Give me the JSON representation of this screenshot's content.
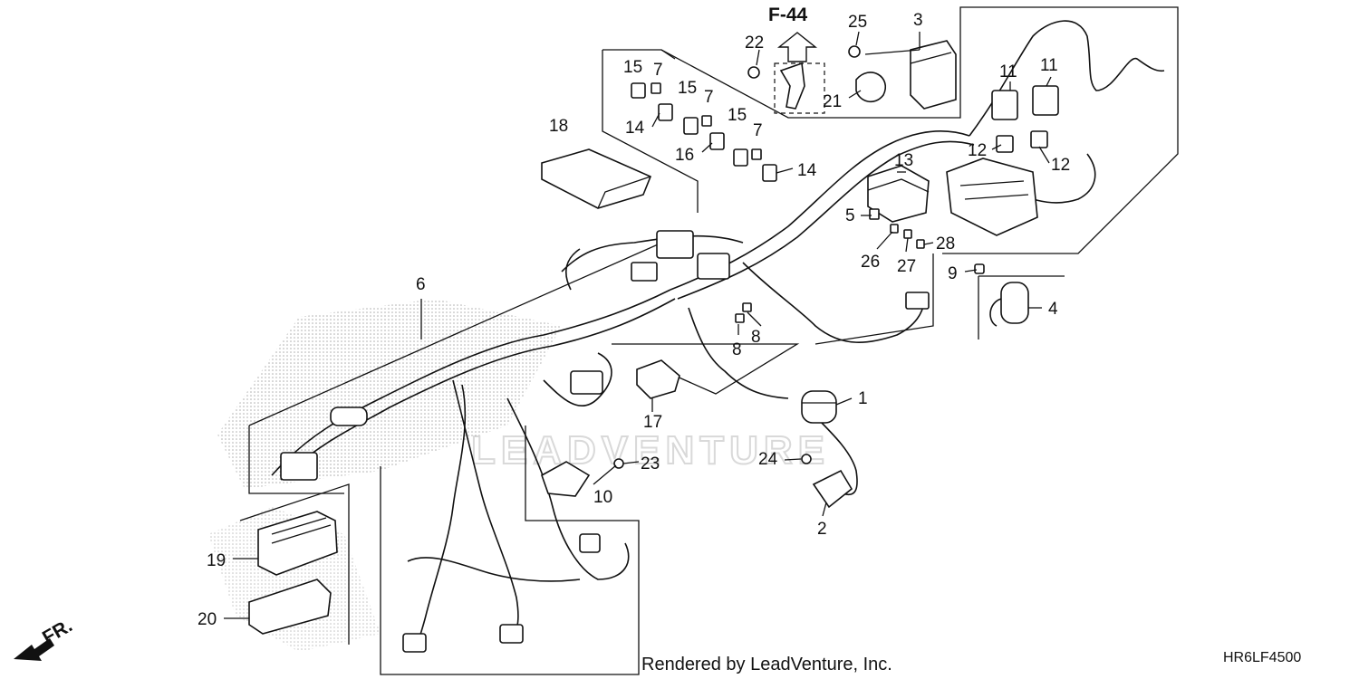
{
  "diagram": {
    "reference": "F-44",
    "front_label": "FR.",
    "watermark": "LEADVENTURE",
    "rendered_by": "Rendered by LeadVenture, Inc.",
    "figure_code": "HR6LF4500",
    "callouts": [
      "1",
      "2",
      "3",
      "4",
      "5",
      "6",
      "7",
      "7",
      "7",
      "8",
      "8",
      "9",
      "10",
      "11",
      "11",
      "12",
      "12",
      "13",
      "14",
      "14",
      "15",
      "15",
      "15",
      "16",
      "17",
      "18",
      "19",
      "20",
      "21",
      "22",
      "23",
      "24",
      "25",
      "26",
      "27",
      "28"
    ]
  }
}
